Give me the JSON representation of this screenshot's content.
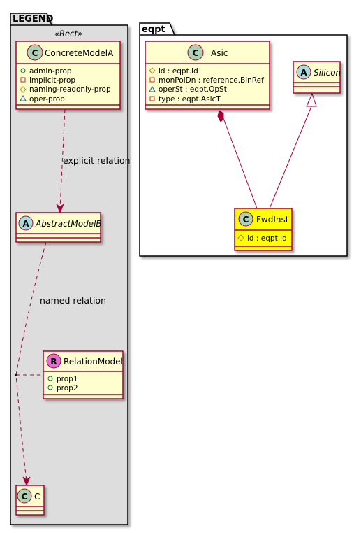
{
  "packages": {
    "legend": {
      "title": "LEGEND",
      "stereotype": "«Rect»"
    },
    "eqpt": {
      "title": "eqpt"
    }
  },
  "colors": {
    "legend_bg": "#dddddd",
    "class_bg": "#fefece",
    "highlight_bg": "#ffff00",
    "border": "#a80036",
    "circle_class": "#add1b2",
    "circle_relation": "#e36cd2"
  },
  "classes": {
    "concrete_model_a": {
      "name": "ConcreteModelA",
      "kind_letter": "C",
      "attributes": [
        {
          "visibility": "+",
          "icon": "public-icon",
          "text": "admin-prop"
        },
        {
          "visibility": "-",
          "icon": "private-icon",
          "text": "implicit-prop"
        },
        {
          "visibility": "#",
          "icon": "protected-icon",
          "text": "naming-readonly-prop"
        },
        {
          "visibility": "~",
          "icon": "package-icon",
          "text": "oper-prop"
        }
      ]
    },
    "abstract_model_b": {
      "name": "AbstractModelB",
      "kind_letter": "A"
    },
    "relation_model": {
      "name": "RelationModel",
      "kind_letter": "R",
      "attributes": [
        {
          "visibility": "+",
          "icon": "public-icon",
          "text": "prop1"
        },
        {
          "visibility": "+",
          "icon": "public-icon",
          "text": "prop2"
        }
      ]
    },
    "c": {
      "name": "C",
      "kind_letter": "C"
    },
    "asic": {
      "name": "Asic",
      "kind_letter": "C",
      "attributes": [
        {
          "visibility": "#",
          "icon": "protected-icon",
          "text": "id : eqpt.Id"
        },
        {
          "visibility": "-",
          "icon": "private-icon",
          "text": "monPolDn : reference.BinRef"
        },
        {
          "visibility": "~",
          "icon": "package-icon",
          "text": "operSt : eqpt.OpSt"
        },
        {
          "visibility": "-",
          "icon": "private-icon",
          "text": "type : eqpt.AsicT"
        }
      ]
    },
    "silicon": {
      "name": "Silicon",
      "kind_letter": "A"
    },
    "fwd_inst": {
      "name": "FwdInst",
      "kind_letter": "C",
      "attributes": [
        {
          "visibility": "#",
          "icon": "protected-icon",
          "text": "id : eqpt.Id"
        }
      ]
    }
  },
  "relations": {
    "explicit": {
      "label": "explicit relation"
    },
    "named": {
      "label": "named relation"
    }
  }
}
